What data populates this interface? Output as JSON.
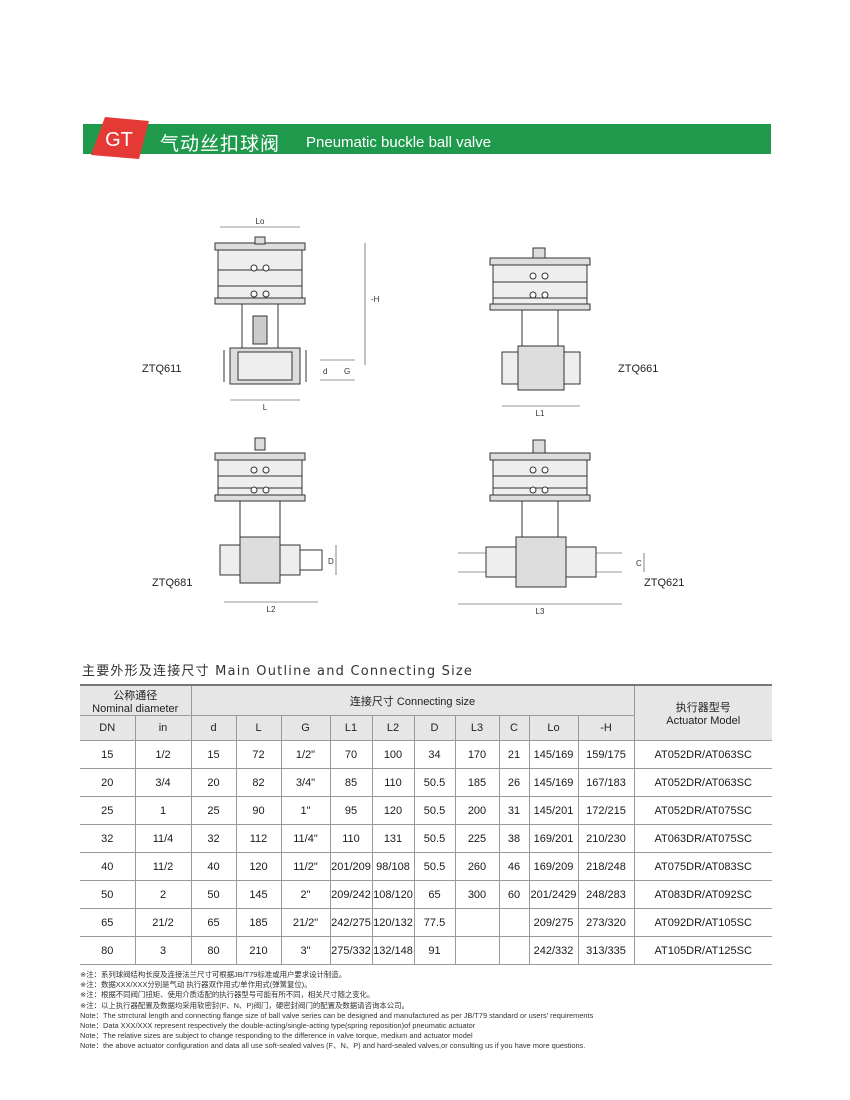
{
  "header": {
    "logo_text": "GT",
    "title_cn": "气动丝扣球阀",
    "title_en": "Pneumatic buckle ball valve"
  },
  "drawing": {
    "models": [
      "ZTQ611",
      "ZTQ661",
      "ZTQ681",
      "ZTQ621"
    ],
    "dims": {
      "lo": "Lo",
      "h": "-H",
      "d": "d",
      "g": "G",
      "l": "L",
      "l1": "L1",
      "l2": "L2",
      "D": "D",
      "l3": "L3",
      "c": "C"
    }
  },
  "section_title": "主要外形及连接尺寸  Main Outline and Connecting Size",
  "table": {
    "nominal_cn": "公称通径",
    "nominal_en": "Nominal diameter",
    "conn_cn": "连接尺寸",
    "conn_en": "Connecting size",
    "actuator_cn": "执行器型号",
    "actuator_en": "Actuator Model",
    "columns": [
      "DN",
      "in",
      "d",
      "L",
      "G",
      "L1",
      "L2",
      "D",
      "L3",
      "C",
      "Lo",
      "-H"
    ],
    "rows": [
      [
        "15",
        "1/2",
        "15",
        "72",
        "1/2\"",
        "70",
        "100",
        "34",
        "170",
        "21",
        "145/169",
        "159/175",
        "AT052DR/AT063SC"
      ],
      [
        "20",
        "3/4",
        "20",
        "82",
        "3/4\"",
        "85",
        "110",
        "50.5",
        "185",
        "26",
        "145/169",
        "167/183",
        "AT052DR/AT063SC"
      ],
      [
        "25",
        "1",
        "25",
        "90",
        "1\"",
        "95",
        "120",
        "50.5",
        "200",
        "31",
        "145/201",
        "172/215",
        "AT052DR/AT075SC"
      ],
      [
        "32",
        "11/4",
        "32",
        "112",
        "11/4\"",
        "110",
        "131",
        "50.5",
        "225",
        "38",
        "169/201",
        "210/230",
        "AT063DR/AT075SC"
      ],
      [
        "40",
        "11/2",
        "40",
        "120",
        "11/2\"",
        "201/209",
        "98/108",
        "50.5",
        "260",
        "46",
        "169/209",
        "218/248",
        "AT075DR/AT083SC"
      ],
      [
        "50",
        "2",
        "50",
        "145",
        "2\"",
        "209/242",
        "108/120",
        "65",
        "300",
        "60",
        "201/2429",
        "248/283",
        "AT083DR/AT092SC"
      ],
      [
        "65",
        "21/2",
        "65",
        "185",
        "21/2\"",
        "242/275",
        "120/132",
        "77.5",
        "",
        "",
        "209/275",
        "273/320",
        "AT092DR/AT105SC"
      ],
      [
        "80",
        "3",
        "80",
        "210",
        "3\"",
        "275/332",
        "132/148",
        "91",
        "",
        "",
        "242/332",
        "313/335",
        "AT105DR/AT125SC"
      ]
    ]
  },
  "notes": [
    "※注：系列球阀结构长度及连接法兰尺寸可根据JB/T79标准或用户要求设计制造。",
    "※注：数据XXX/XXX分别是气动 执行器双作用式/单作用式(弹簧复位)。",
    "※注：根据不同阀门扭矩、使用介质适配的执行器型号可能有所不同，相关尺寸随之变化。",
    "※注：以上执行器配置及数据均采用软密封(F、N、P)阀门，硬密封阀门的配置及数据请咨询本公司。",
    "Note：The strrctural length and connecting flange size of ball valve series can be designed and manufactured as per JB/T79 standard or users' requirements",
    "Note：Data XXX/XXX represent respectively the double-acting/single-acting type(spring reposition)of pneumatic actuator",
    "Note：The relative sizes are subject to change responding to the difference in valve torque, medium and actuator model",
    "Note：the above actuator configuration and data all use soft-sealed valves (F、N、P) and hard-sealed valves,or consulting us if you have more questions."
  ],
  "colors": {
    "banner": "#1f9a4d",
    "logo": "#e53935",
    "header_bg": "#e6e6e6"
  }
}
